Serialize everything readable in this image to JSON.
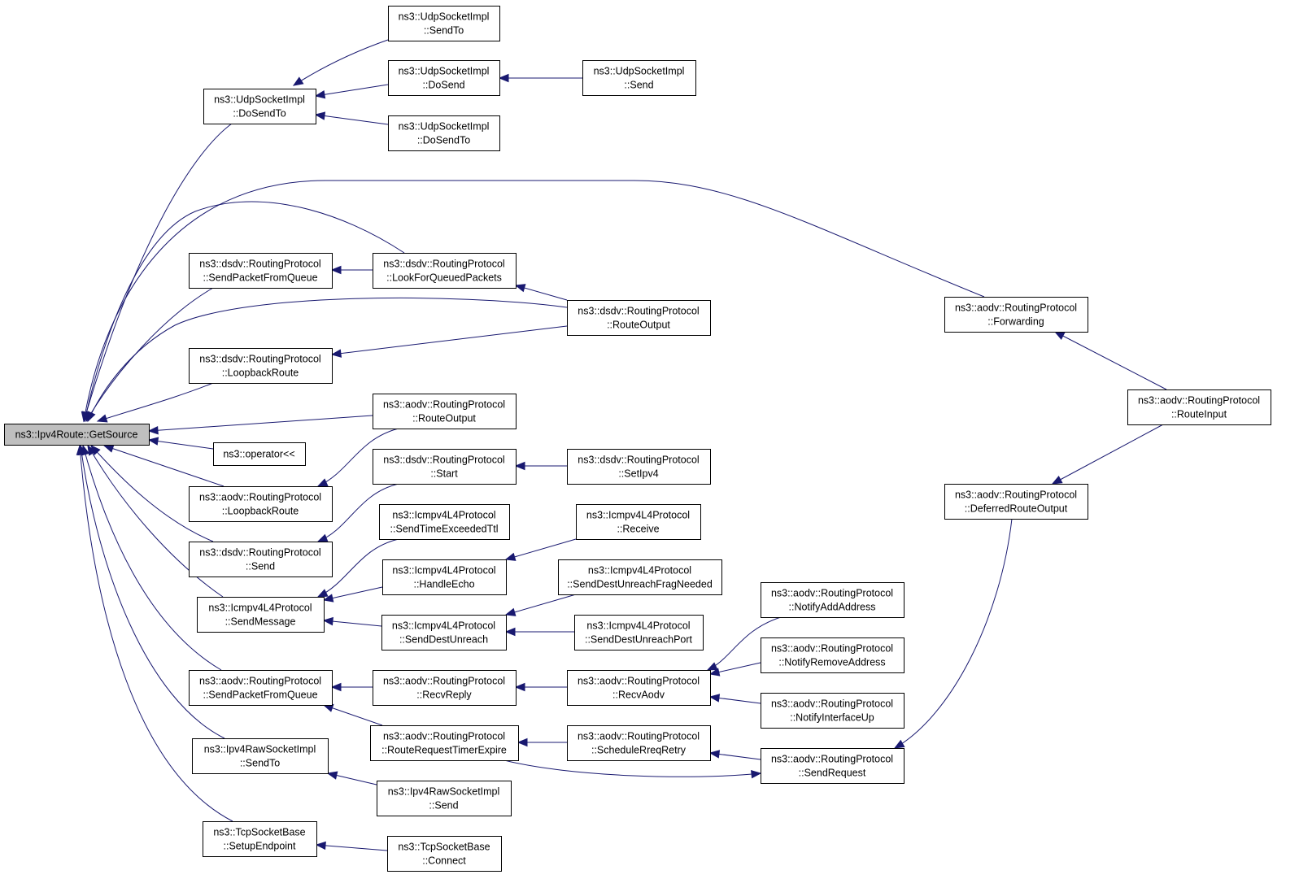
{
  "colors": {
    "edge": "#191970",
    "root_fill": "#bfbfbf",
    "node_fill": "#ffffff",
    "border": "#000000"
  },
  "nodes": {
    "getsource": {
      "label": [
        "ns3::Ipv4Route::GetSource"
      ],
      "root": true
    },
    "udp_sendto": {
      "label": [
        "ns3::UdpSocketImpl",
        "::SendTo"
      ]
    },
    "udp_dosend": {
      "label": [
        "ns3::UdpSocketImpl",
        "::DoSend"
      ]
    },
    "udp_send": {
      "label": [
        "ns3::UdpSocketImpl",
        "::Send"
      ]
    },
    "udp_dosendto_main": {
      "label": [
        "ns3::UdpSocketImpl",
        "::DoSendTo"
      ]
    },
    "udp_dosendto_caller": {
      "label": [
        "ns3::UdpSocketImpl",
        "::DoSendTo"
      ]
    },
    "dsdv_sendpacketfromqueue": {
      "label": [
        "ns3::dsdv::RoutingProtocol",
        "::SendPacketFromQueue"
      ]
    },
    "dsdv_lookforqueuedpackets": {
      "label": [
        "ns3::dsdv::RoutingProtocol",
        "::LookForQueuedPackets"
      ]
    },
    "dsdv_routeoutput": {
      "label": [
        "ns3::dsdv::RoutingProtocol",
        "::RouteOutput"
      ]
    },
    "dsdv_loopbackroute": {
      "label": [
        "ns3::dsdv::RoutingProtocol",
        "::LoopbackRoute"
      ]
    },
    "aodv_routeoutput": {
      "label": [
        "ns3::aodv::RoutingProtocol",
        "::RouteOutput"
      ]
    },
    "operator_ll": {
      "label": [
        "ns3::operator<<"
      ]
    },
    "aodv_loopbackroute": {
      "label": [
        "ns3::aodv::RoutingProtocol",
        "::LoopbackRoute"
      ]
    },
    "dsdv_start": {
      "label": [
        "ns3::dsdv::RoutingProtocol",
        "::Start"
      ]
    },
    "dsdv_setipv4": {
      "label": [
        "ns3::dsdv::RoutingProtocol",
        "::SetIpv4"
      ]
    },
    "dsdv_send": {
      "label": [
        "ns3::dsdv::RoutingProtocol",
        "::Send"
      ]
    },
    "icmp_sendtimeexceededttl": {
      "label": [
        "ns3::Icmpv4L4Protocol",
        "::SendTimeExceededTtl"
      ]
    },
    "icmp_receive": {
      "label": [
        "ns3::Icmpv4L4Protocol",
        "::Receive"
      ]
    },
    "icmp_handleecho": {
      "label": [
        "ns3::Icmpv4L4Protocol",
        "::HandleEcho"
      ]
    },
    "icmp_senddestunreachfragneeded": {
      "label": [
        "ns3::Icmpv4L4Protocol",
        "::SendDestUnreachFragNeeded"
      ]
    },
    "icmp_sendmessage": {
      "label": [
        "ns3::Icmpv4L4Protocol",
        "::SendMessage"
      ]
    },
    "icmp_senddestunreach": {
      "label": [
        "ns3::Icmpv4L4Protocol",
        "::SendDestUnreach"
      ]
    },
    "icmp_senddestunreachport": {
      "label": [
        "ns3::Icmpv4L4Protocol",
        "::SendDestUnreachPort"
      ]
    },
    "aodv_sendpacketfromqueue": {
      "label": [
        "ns3::aodv::RoutingProtocol",
        "::SendPacketFromQueue"
      ]
    },
    "aodv_recvreply": {
      "label": [
        "ns3::aodv::RoutingProtocol",
        "::RecvReply"
      ]
    },
    "aodv_recvaodv": {
      "label": [
        "ns3::aodv::RoutingProtocol",
        "::RecvAodv"
      ]
    },
    "aodv_notifyaddaddress": {
      "label": [
        "ns3::aodv::RoutingProtocol",
        "::NotifyAddAddress"
      ]
    },
    "aodv_notifyremoveaddress": {
      "label": [
        "ns3::aodv::RoutingProtocol",
        "::NotifyRemoveAddress"
      ]
    },
    "aodv_notifyinterfaceup": {
      "label": [
        "ns3::aodv::RoutingProtocol",
        "::NotifyInterfaceUp"
      ]
    },
    "aodv_routerequesttimerexpire": {
      "label": [
        "ns3::aodv::RoutingProtocol",
        "::RouteRequestTimerExpire"
      ]
    },
    "aodv_schedulerreqretry": {
      "label": [
        "ns3::aodv::RoutingProtocol",
        "::ScheduleRreqRetry"
      ]
    },
    "aodv_sendrequest": {
      "label": [
        "ns3::aodv::RoutingProtocol",
        "::SendRequest"
      ]
    },
    "ipv4raw_sendto": {
      "label": [
        "ns3::Ipv4RawSocketImpl",
        "::SendTo"
      ]
    },
    "ipv4raw_send": {
      "label": [
        "ns3::Ipv4RawSocketImpl",
        "::Send"
      ]
    },
    "tcp_setupendpoint": {
      "label": [
        "ns3::TcpSocketBase",
        "::SetupEndpoint"
      ]
    },
    "tcp_connect": {
      "label": [
        "ns3::TcpSocketBase",
        "::Connect"
      ]
    },
    "aodv_forwarding": {
      "label": [
        "ns3::aodv::RoutingProtocol",
        "::Forwarding"
      ]
    },
    "aodv_routeinput": {
      "label": [
        "ns3::aodv::RoutingProtocol",
        "::RouteInput"
      ]
    },
    "aodv_deferredrouteoutput": {
      "label": [
        "ns3::aodv::RoutingProtocol",
        "::DeferredRouteOutput"
      ]
    }
  },
  "edges": [
    {
      "from": "udp_dosendto_main",
      "to": "getsource"
    },
    {
      "from": "aodv_forwarding",
      "to": "getsource"
    },
    {
      "from": "dsdv_lookforqueuedpackets",
      "to": "getsource"
    },
    {
      "from": "dsdv_sendpacketfromqueue",
      "to": "getsource"
    },
    {
      "from": "dsdv_routeoutput",
      "to": "getsource"
    },
    {
      "from": "dsdv_loopbackroute",
      "to": "getsource"
    },
    {
      "from": "aodv_routeoutput",
      "to": "getsource"
    },
    {
      "from": "operator_ll",
      "to": "getsource"
    },
    {
      "from": "aodv_loopbackroute",
      "to": "getsource"
    },
    {
      "from": "dsdv_send",
      "to": "getsource"
    },
    {
      "from": "icmp_sendmessage",
      "to": "getsource"
    },
    {
      "from": "aodv_sendpacketfromqueue",
      "to": "getsource"
    },
    {
      "from": "ipv4raw_sendto",
      "to": "getsource"
    },
    {
      "from": "tcp_setupendpoint",
      "to": "getsource"
    },
    {
      "from": "udp_sendto",
      "to": "udp_dosendto_main"
    },
    {
      "from": "udp_dosend",
      "to": "udp_dosendto_main"
    },
    {
      "from": "udp_dosendto_caller",
      "to": "udp_dosendto_main"
    },
    {
      "from": "udp_send",
      "to": "udp_dosend"
    },
    {
      "from": "dsdv_lookforqueuedpackets",
      "to": "dsdv_sendpacketfromqueue"
    },
    {
      "from": "dsdv_routeoutput",
      "to": "dsdv_lookforqueuedpackets"
    },
    {
      "from": "dsdv_routeoutput",
      "to": "dsdv_loopbackroute"
    },
    {
      "from": "aodv_routeoutput",
      "to": "aodv_loopbackroute"
    },
    {
      "from": "dsdv_start",
      "to": "dsdv_send"
    },
    {
      "from": "dsdv_setipv4",
      "to": "dsdv_start"
    },
    {
      "from": "icmp_sendtimeexceededttl",
      "to": "icmp_sendmessage"
    },
    {
      "from": "icmp_handleecho",
      "to": "icmp_sendmessage"
    },
    {
      "from": "icmp_senddestunreach",
      "to": "icmp_sendmessage"
    },
    {
      "from": "icmp_receive",
      "to": "icmp_handleecho"
    },
    {
      "from": "icmp_senddestunreachfragneeded",
      "to": "icmp_senddestunreach"
    },
    {
      "from": "icmp_senddestunreachport",
      "to": "icmp_senddestunreach"
    },
    {
      "from": "aodv_recvreply",
      "to": "aodv_sendpacketfromqueue"
    },
    {
      "from": "aodv_routerequesttimerexpire",
      "to": "aodv_sendpacketfromqueue"
    },
    {
      "from": "aodv_recvaodv",
      "to": "aodv_recvreply"
    },
    {
      "from": "aodv_notifyaddaddress",
      "to": "aodv_recvaodv"
    },
    {
      "from": "aodv_notifyremoveaddress",
      "to": "aodv_recvaodv"
    },
    {
      "from": "aodv_notifyinterfaceup",
      "to": "aodv_recvaodv"
    },
    {
      "from": "aodv_schedulerreqretry",
      "to": "aodv_routerequesttimerexpire"
    },
    {
      "from": "aodv_sendrequest",
      "to": "aodv_schedulerreqretry"
    },
    {
      "from": "aodv_routerequesttimerexpire",
      "to": "aodv_sendrequest"
    },
    {
      "from": "aodv_deferredrouteoutput",
      "to": "aodv_sendrequest"
    },
    {
      "from": "aodv_routeinput",
      "to": "aodv_forwarding"
    },
    {
      "from": "aodv_routeinput",
      "to": "aodv_deferredrouteoutput"
    },
    {
      "from": "ipv4raw_send",
      "to": "ipv4raw_sendto"
    },
    {
      "from": "tcp_connect",
      "to": "tcp_setupendpoint"
    }
  ]
}
